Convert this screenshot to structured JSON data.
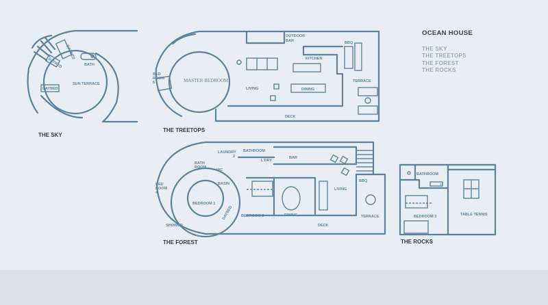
{
  "title": "OCEAN HOUSE",
  "nav": [
    "THE SKY",
    "THE TREETOPS",
    "THE FOREST",
    "THE ROCKS"
  ],
  "sky": {
    "caption": "THE SKY",
    "labels": {
      "daybed_a": "DAYBED",
      "daybed_b": "DAYBED",
      "bath": "BATH",
      "sun_terrace": "SUN TERRACE",
      "daybed_c": "DAYBED"
    }
  },
  "treetops": {
    "caption": "THE TREETOPS",
    "labels": {
      "outdoor": "OUTDOOR",
      "bar": "BAR",
      "kitchen": "KITCHEN",
      "bbq": "BBQ",
      "terrace": "TERRACE",
      "living": "LIVING",
      "dining": "DINING",
      "deck": "DECK",
      "master": "MASTER BEDROOM",
      "bed": "BED",
      "room": "ROOM",
      "num": "5"
    }
  },
  "forest": {
    "caption": "THE FOREST",
    "labels": {
      "laundry": "LAUNDRY",
      "laundry_n": "2",
      "bathroom": "BATHROOM",
      "ldry": "L'DRY",
      "bar": "BAR",
      "bath": "BATH",
      "room": "ROOM",
      "wc": "WC",
      "basin": "BASIN",
      "bed": "BED",
      "room4": "ROOM",
      "num4": "4",
      "bedroom1": "BEDROOM 1",
      "daybed": "DAYBED",
      "shower": "SHOWER",
      "bedroom2": "BEDROOM 2",
      "dining": "DINING",
      "living": "LIVING",
      "bbq": "BBQ",
      "terrace": "TERRACE",
      "deck": "DECK"
    }
  },
  "rocks": {
    "caption": "THE ROCKS",
    "labels": {
      "bathroom": "BATHROOM",
      "tv": "TV",
      "bedroom3": "BEDROOM 3",
      "table_tennis": "TABLE TENNIS"
    }
  }
}
